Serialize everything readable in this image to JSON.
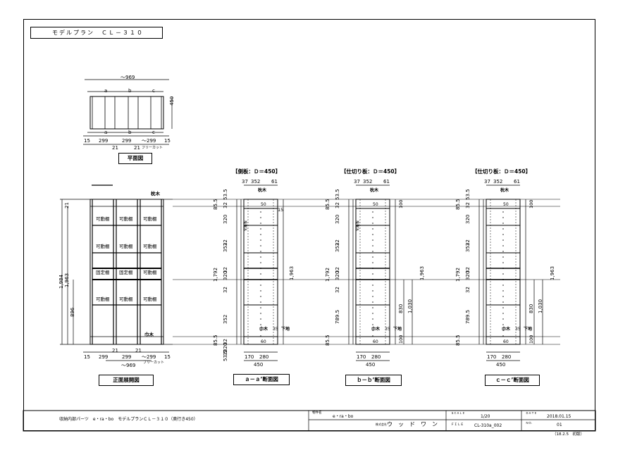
{
  "document": {
    "title": "モデルプラン　ＣＬ－３１０",
    "views": {
      "plan": {
        "caption": "平面図",
        "width": "～969",
        "depth": "450",
        "dims": [
          "15",
          "299",
          "299",
          "～299",
          "15"
        ],
        "offsets": [
          "21",
          "21"
        ],
        "free_cut": "フリーカット",
        "cut_marks": [
          "a",
          "b",
          "c"
        ]
      },
      "front": {
        "caption": "正面展開図",
        "height_total": "1,984",
        "height_inner": "1,963",
        "top_offset": "21",
        "lower": "896",
        "label_top": "枕木",
        "label_bottom": "巾木",
        "label_adjustable": "可動棚",
        "label_fixed": "固定棚",
        "dims": [
          "15",
          "299",
          "299",
          "～299",
          "15"
        ],
        "offsets": [
          "21",
          "21"
        ],
        "width": "～969",
        "free_cut": "フリーカット"
      },
      "sections": [
        {
          "header": "【側板：Ｄ＝450】",
          "caption": "ａ－ａ’断面図",
          "top_dims": [
            "37",
            "352",
            "61"
          ],
          "bottom_dims": [
            "170",
            "280"
          ],
          "bottom_width": "450",
          "left_dims": [
            "85.5",
            "1,792",
            "85.5"
          ],
          "stack": [
            "53.5",
            "32",
            "320",
            "32",
            "352",
            "32",
            "320",
            "32",
            "352",
            "32",
            "320",
            "32",
            "53.5"
          ],
          "right_dims": [
            "15",
            "1,963"
          ],
          "label_top": "枕木",
          "label_bottom": "巾木",
          "label_base": "下地",
          "inner": [
            "50",
            "60",
            "35"
          ],
          "side_note": "化粧板"
        },
        {
          "header": "【仕切り板：Ｄ＝450】",
          "caption": "ｂ－ｂ’断面図",
          "top_dims": [
            "37",
            "352",
            "61"
          ],
          "bottom_dims": [
            "170",
            "280"
          ],
          "bottom_width": "450",
          "left_dims": [
            "85.5",
            "1,792",
            "85.5"
          ],
          "stack": [
            "53.5",
            "32",
            "320",
            "32",
            "352",
            "32",
            "320",
            "32",
            "789.5"
          ],
          "right_dims": [
            "100",
            "1,963",
            "830",
            "1,030",
            "100"
          ],
          "label_top": "枕木",
          "label_bottom": "巾木",
          "label_base": "下地",
          "inner": [
            "50",
            "60",
            "35"
          ],
          "side_note": "化粧板"
        },
        {
          "header": "【仕切り板：Ｄ＝450】",
          "caption": "ｃ－ｃ’断面図",
          "top_dims": [
            "37",
            "352",
            "61"
          ],
          "bottom_dims": [
            "170",
            "280"
          ],
          "bottom_width": "450",
          "left_dims": [
            "85.5",
            "1,792",
            "85.5"
          ],
          "stack": [
            "53.5",
            "32",
            "320",
            "32",
            "352",
            "32",
            "320",
            "32",
            "789.5"
          ],
          "right_dims": [
            "100",
            "1,963",
            "830",
            "1,030",
            "100"
          ],
          "label_top": "枕木",
          "label_bottom": "巾木",
          "label_base": "下地",
          "inner": [
            "50",
            "60",
            "35"
          ],
          "side_note": ""
        }
      ]
    },
    "title_block": {
      "project": "収納内部パーツ　e・ra・bo　モデルプランＣＬ－３１０（奥行き450）",
      "product_label": "物件名",
      "product": "e・ra・bo",
      "company_label": "株式会社",
      "company": "ウ　ッ　ド　ワ　ン",
      "scale_label": "ＳＣＡＬＥ",
      "scale": "1/20",
      "file_label": "ＦＩＬＥ",
      "file": "CL-310a_002",
      "date_label": "ＤＡＴＥ",
      "date": "2018.01.15",
      "no_label": "ＮＯ.",
      "no": "01",
      "revision": "（18.2.5　初版）"
    }
  }
}
